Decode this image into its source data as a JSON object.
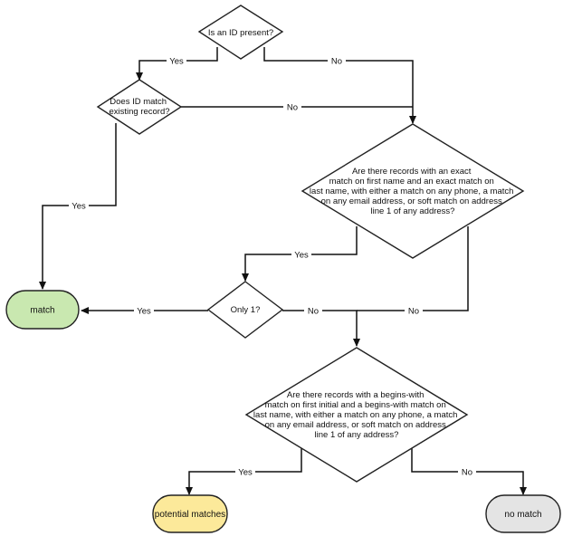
{
  "colors": {
    "match_fill": "#c9e8b0",
    "potential_fill": "#fce99a",
    "nomatch_fill": "#e4e4e4",
    "decision_fill": "#ffffff",
    "line": "#111111"
  },
  "nodes": {
    "id_present": {
      "lines": [
        "Is an ID present?"
      ]
    },
    "id_match": {
      "lines": [
        "Does ID match",
        "existing record?"
      ]
    },
    "exact_match": {
      "lines": [
        "Are there records with an exact",
        "match on first name and an exact match on",
        "last name, with either a match on any phone, a match",
        "on any email address, or soft match on address",
        "line 1 of any address?"
      ]
    },
    "only_one": {
      "lines": [
        "Only 1?"
      ]
    },
    "begins_with": {
      "lines": [
        "Are there records with a begins-with",
        "match on first initial and a begins-with match on",
        "last name, with either a match on any phone, a match",
        "on any email address, or soft match on address",
        "line 1 of any address?"
      ]
    },
    "match": {
      "label": "match"
    },
    "potential": {
      "label": "potential matches"
    },
    "no_match": {
      "label": "no match"
    }
  },
  "edges": {
    "id_present_yes": "Yes",
    "id_present_no": "No",
    "id_match_no": "No",
    "id_match_yes": "Yes",
    "exact_yes": "Yes",
    "only_one_yes": "Yes",
    "only_one_no": "No",
    "exact_no": "No",
    "begins_yes": "Yes",
    "begins_no": "No"
  }
}
